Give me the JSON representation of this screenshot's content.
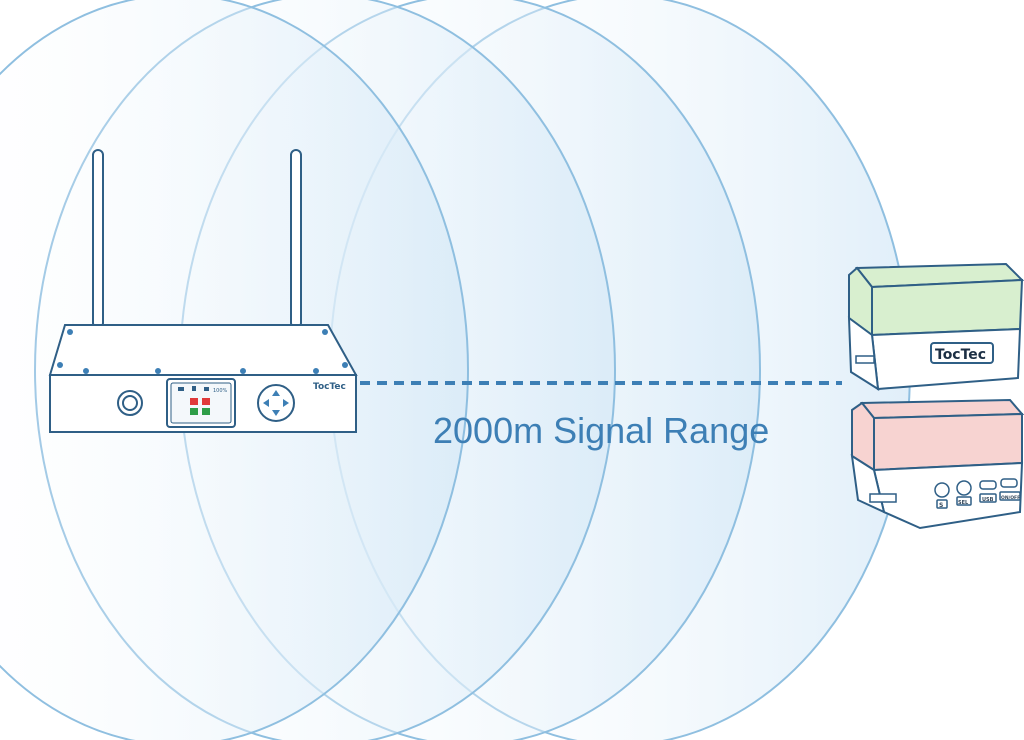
{
  "range_label": "2000m  Signal Range",
  "transmitter": {
    "brand": "TocTec",
    "screen_readout": "100%"
  },
  "receiver_green": {
    "brand": "TocTec"
  },
  "receiver_red": {
    "buttons": [
      "S",
      "SEL",
      "USB",
      "ON/OFF"
    ]
  },
  "colors": {
    "wave_stroke": "#8fbfe0",
    "wave_fill": "#d6e9f7",
    "device_stroke": "#2f5f86",
    "link_line": "#3d7fb5",
    "label": "#3d7fb5",
    "receiver_green_fill": "#d8efcf",
    "receiver_red_fill": "#f7d3d1",
    "led_red": "#e03a3a",
    "led_green": "#2e9e48"
  },
  "icons": [
    "antenna-icon",
    "power-button-icon",
    "directional-pad-icon",
    "signal-wave-icon"
  ]
}
